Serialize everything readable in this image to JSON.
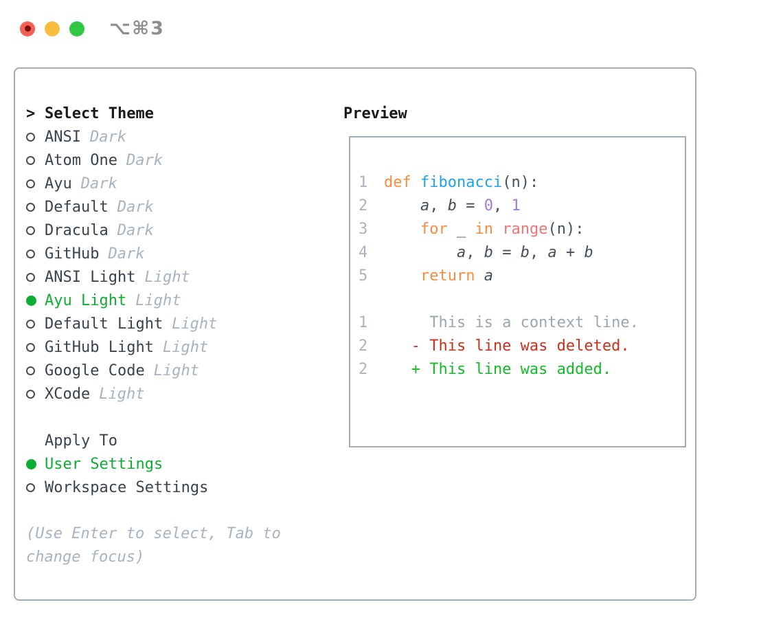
{
  "window": {
    "title": "⌥⌘3",
    "controls": [
      {
        "name": "close"
      },
      {
        "name": "minimize"
      },
      {
        "name": "zoom"
      }
    ]
  },
  "theme_list": {
    "header_prefix": ">",
    "header": "Select Theme",
    "items": [
      {
        "name": "ANSI",
        "variant": "Dark",
        "selected": false
      },
      {
        "name": "Atom One",
        "variant": "Dark",
        "selected": false
      },
      {
        "name": "Ayu",
        "variant": "Dark",
        "selected": false
      },
      {
        "name": "Default",
        "variant": "Dark",
        "selected": false
      },
      {
        "name": "Dracula",
        "variant": "Dark",
        "selected": false
      },
      {
        "name": "GitHub",
        "variant": "Dark",
        "selected": false
      },
      {
        "name": "ANSI Light",
        "variant": "Light",
        "selected": false
      },
      {
        "name": "Ayu Light",
        "variant": "Light",
        "selected": true
      },
      {
        "name": "Default Light",
        "variant": "Light",
        "selected": false
      },
      {
        "name": "GitHub Light",
        "variant": "Light",
        "selected": false
      },
      {
        "name": "Google Code",
        "variant": "Light",
        "selected": false
      },
      {
        "name": "XCode",
        "variant": "Light",
        "selected": false
      }
    ]
  },
  "apply_to": {
    "header": "Apply To",
    "options": [
      {
        "name": "User Settings",
        "selected": true
      },
      {
        "name": "Workspace Settings",
        "selected": false
      }
    ]
  },
  "hint": "(Use Enter to select, Tab to change focus)",
  "preview": {
    "header": "Preview",
    "lines": [
      {
        "num": "1",
        "kind": "code",
        "tokens": [
          {
            "t": "def",
            "c": "keyword"
          },
          {
            "t": " ",
            "c": "code"
          },
          {
            "t": "fibonacci",
            "c": "function"
          },
          {
            "t": "(n):",
            "c": "code"
          }
        ]
      },
      {
        "num": "2",
        "kind": "code",
        "tokens": [
          {
            "t": "    ",
            "c": "code"
          },
          {
            "t": "a",
            "c": "var"
          },
          {
            "t": ", ",
            "c": "code"
          },
          {
            "t": "b",
            "c": "var"
          },
          {
            "t": " = ",
            "c": "code"
          },
          {
            "t": "0",
            "c": "number"
          },
          {
            "t": ", ",
            "c": "code"
          },
          {
            "t": "1",
            "c": "number"
          }
        ]
      },
      {
        "num": "3",
        "kind": "code",
        "tokens": [
          {
            "t": "    ",
            "c": "code"
          },
          {
            "t": "for",
            "c": "keyword"
          },
          {
            "t": " _ ",
            "c": "code"
          },
          {
            "t": "in",
            "c": "keyword"
          },
          {
            "t": " ",
            "c": "code"
          },
          {
            "t": "range",
            "c": "builtin"
          },
          {
            "t": "(n):",
            "c": "code"
          }
        ]
      },
      {
        "num": "4",
        "kind": "code",
        "tokens": [
          {
            "t": "        ",
            "c": "code"
          },
          {
            "t": "a",
            "c": "var"
          },
          {
            "t": ", ",
            "c": "code"
          },
          {
            "t": "b",
            "c": "var"
          },
          {
            "t": " = ",
            "c": "code"
          },
          {
            "t": "b",
            "c": "var"
          },
          {
            "t": ", ",
            "c": "code"
          },
          {
            "t": "a",
            "c": "var"
          },
          {
            "t": " + ",
            "c": "code"
          },
          {
            "t": "b",
            "c": "var"
          }
        ]
      },
      {
        "num": "5",
        "kind": "code",
        "tokens": [
          {
            "t": "    ",
            "c": "code"
          },
          {
            "t": "return",
            "c": "keyword"
          },
          {
            "t": " ",
            "c": "code"
          },
          {
            "t": "a",
            "c": "var"
          }
        ]
      },
      {
        "num": "",
        "kind": "blank",
        "tokens": []
      },
      {
        "num": "1",
        "kind": "context",
        "tokens": [
          {
            "t": "     This is a context line.",
            "c": "context"
          }
        ]
      },
      {
        "num": "2",
        "kind": "deleted",
        "tokens": [
          {
            "t": "   - This line was deleted.",
            "c": "deleted"
          }
        ]
      },
      {
        "num": "2",
        "kind": "added",
        "tokens": [
          {
            "t": "   + This line was added.",
            "c": "added"
          }
        ]
      }
    ]
  },
  "colors": {
    "border": "#A3ABB5",
    "header_text": "#17191D",
    "list_text": "#3A424D",
    "muted": "#A9B3BF",
    "green": "#0DAE33",
    "ring": "#454D57",
    "code_text": "#454E59",
    "line_number": "#A9B3BF",
    "context": "#9CA6B0",
    "deleted": "#CC2F1A",
    "added": "#12BB27",
    "keyword": "#F98C3D",
    "function": "#1DA2EF",
    "number": "#A37BD2",
    "builtin": "#F17373",
    "title_gray": "#8E8E8E",
    "traffic_red": "#F45E54",
    "traffic_red_dot": "#7C0E06",
    "traffic_yellow": "#F8BD3F",
    "traffic_green": "#31C644"
  }
}
